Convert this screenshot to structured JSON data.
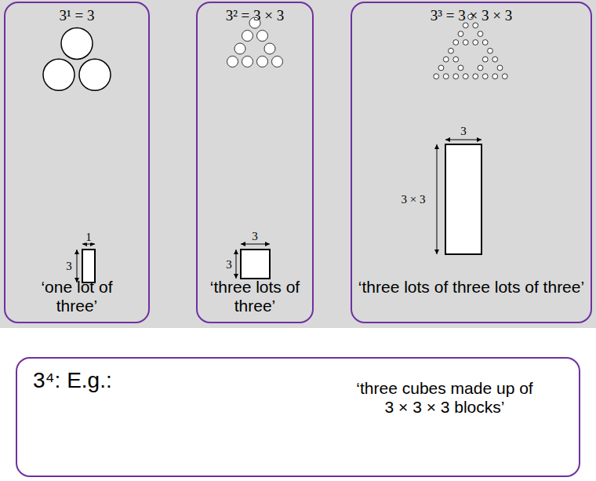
{
  "diagram": {
    "nodes": [
      {
        "text": [
          "3¹ = 3",
          "‘one lot of three’"
        ]
      },
      {
        "text": [
          "3² = 3 × 3",
          "‘three lots of three’"
        ]
      },
      {
        "text": [
          "3³ = 3 × 3 × 3",
          "‘three lots of three lots of three’"
        ]
      },
      {
        "text": [
          "3⁴: E.g.:",
          "‘three cubes made up of 3 × 3 × 3 blocks’"
        ]
      }
    ],
    "labels": [
      "1",
      "3",
      "3",
      "3",
      "3",
      "3 × 3"
    ]
  }
}
